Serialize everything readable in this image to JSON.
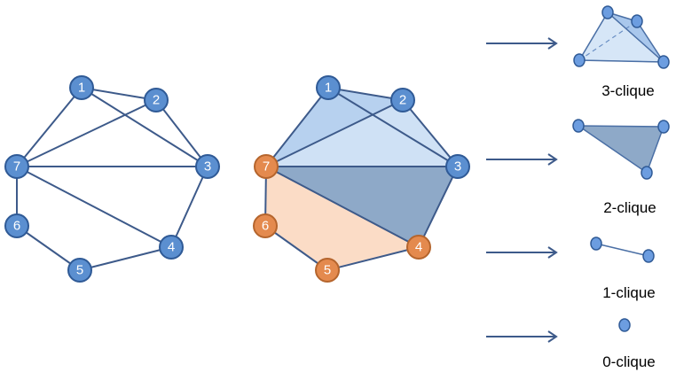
{
  "graph_left": {
    "nodes": [
      {
        "id": "1",
        "label": "1"
      },
      {
        "id": "2",
        "label": "2"
      },
      {
        "id": "3",
        "label": "3"
      },
      {
        "id": "4",
        "label": "4"
      },
      {
        "id": "5",
        "label": "5"
      },
      {
        "id": "6",
        "label": "6"
      },
      {
        "id": "7",
        "label": "7"
      }
    ],
    "edges": [
      [
        "1",
        "7"
      ],
      [
        "1",
        "2"
      ],
      [
        "1",
        "3"
      ],
      [
        "2",
        "7"
      ],
      [
        "2",
        "3"
      ],
      [
        "7",
        "3"
      ],
      [
        "7",
        "4"
      ],
      [
        "7",
        "6"
      ],
      [
        "6",
        "5"
      ],
      [
        "5",
        "4"
      ],
      [
        "4",
        "3"
      ]
    ]
  },
  "graph_middle": {
    "nodes": [
      {
        "id": "1",
        "label": "1",
        "color": "blue"
      },
      {
        "id": "2",
        "label": "2",
        "color": "blue"
      },
      {
        "id": "3",
        "label": "3",
        "color": "blue"
      },
      {
        "id": "4",
        "label": "4",
        "color": "orange"
      },
      {
        "id": "5",
        "label": "5",
        "color": "orange"
      },
      {
        "id": "6",
        "label": "6",
        "color": "orange"
      },
      {
        "id": "7",
        "label": "7",
        "color": "orange"
      }
    ]
  },
  "legend": [
    {
      "label": "3-clique",
      "shape": "tetrahedron"
    },
    {
      "label": "2-clique",
      "shape": "triangle"
    },
    {
      "label": "1-clique",
      "shape": "edge"
    },
    {
      "label": "0-clique",
      "shape": "vertex"
    }
  ],
  "colors": {
    "node_blue": "#5b8fd0",
    "node_orange": "#e48a4e",
    "edge": "#3d5a8a",
    "face_light_blue": "#cfe1f5",
    "face_mid_blue": "#b7d1ef",
    "face_dark_blue": "#8ea9c8",
    "face_orange": "#fbdcc6"
  }
}
